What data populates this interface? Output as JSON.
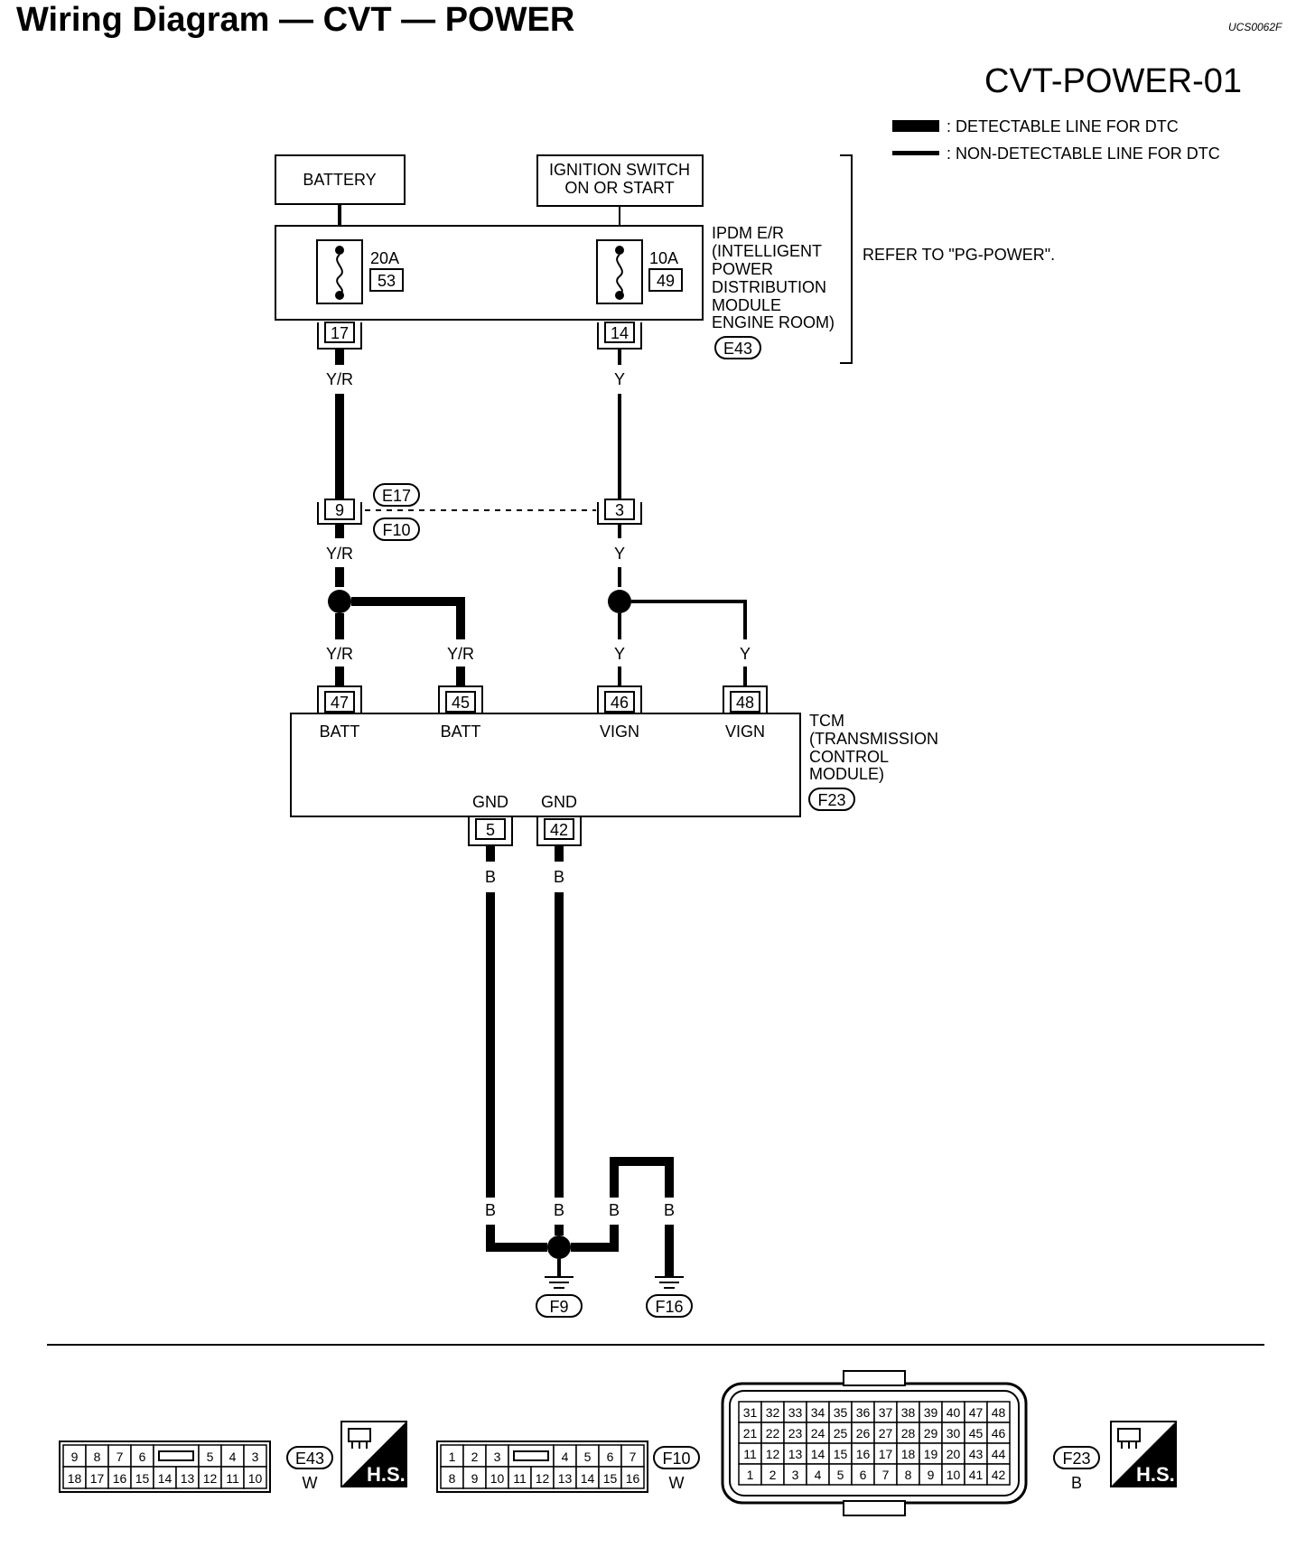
{
  "header": {
    "title": "Wiring Diagram — CVT — POWER",
    "code": "UCS0062F",
    "page_id": "CVT-POWER-01"
  },
  "legend": {
    "detectable": ": DETECTABLE LINE FOR DTC",
    "non_detectable": ": NON-DETECTABLE LINE FOR DTC"
  },
  "sources": {
    "battery": "BATTERY",
    "ignition_line1": "IGNITION SWITCH",
    "ignition_line2": "ON OR START"
  },
  "ipdm": {
    "fuse1_amp": "20A",
    "fuse1_no": "53",
    "fuse2_amp": "10A",
    "fuse2_no": "49",
    "pin_left": "17",
    "pin_right": "14",
    "name_lines": [
      "IPDM E/R",
      "(INTELLIGENT",
      "POWER",
      "DISTRIBUTION",
      "MODULE",
      "ENGINE ROOM)"
    ],
    "connector": "E43",
    "refer": "REFER TO \"PG-POWER\"."
  },
  "wires": {
    "yr": "Y/R",
    "y": "Y",
    "b": "B"
  },
  "joint": {
    "pin_left": "9",
    "pin_right": "3",
    "conn_top": "E17",
    "conn_bottom": "F10"
  },
  "tcm": {
    "pins": [
      {
        "no": "47",
        "func": "BATT"
      },
      {
        "no": "45",
        "func": "BATT"
      },
      {
        "no": "46",
        "func": "VIGN"
      },
      {
        "no": "48",
        "func": "VIGN"
      }
    ],
    "gnd_pins": [
      {
        "no": "5",
        "func": "GND"
      },
      {
        "no": "42",
        "func": "GND"
      }
    ],
    "name_lines": [
      "TCM",
      "(TRANSMISSION",
      "CONTROL",
      "MODULE)"
    ],
    "connector": "F23"
  },
  "grounds": {
    "g1": "F9",
    "g2": "F16"
  },
  "connectors": {
    "e43": {
      "id": "E43",
      "color": "W",
      "row1": [
        "9",
        "8",
        "7",
        "6",
        "",
        "5",
        "4",
        "3"
      ],
      "row2": [
        "18",
        "17",
        "16",
        "15",
        "14",
        "13",
        "12",
        "11",
        "10"
      ]
    },
    "f10": {
      "id": "F10",
      "color": "W",
      "row1": [
        "1",
        "2",
        "3",
        "",
        "4",
        "5",
        "6",
        "7"
      ],
      "row2": [
        "8",
        "9",
        "10",
        "11",
        "12",
        "13",
        "14",
        "15",
        "16"
      ]
    },
    "f23": {
      "id": "F23",
      "color": "B",
      "rows": [
        [
          "31",
          "32",
          "33",
          "34",
          "35",
          "36",
          "37",
          "38",
          "39",
          "40",
          "47",
          "48"
        ],
        [
          "21",
          "22",
          "23",
          "24",
          "25",
          "26",
          "27",
          "28",
          "29",
          "30",
          "45",
          "46"
        ],
        [
          "11",
          "12",
          "13",
          "14",
          "15",
          "16",
          "17",
          "18",
          "19",
          "20",
          "43",
          "44"
        ],
        [
          "1",
          "2",
          "3",
          "4",
          "5",
          "6",
          "7",
          "8",
          "9",
          "10",
          "41",
          "42"
        ]
      ]
    },
    "hs_label": "H.S."
  },
  "colors": {
    "line": "#000000",
    "background": "#ffffff"
  }
}
